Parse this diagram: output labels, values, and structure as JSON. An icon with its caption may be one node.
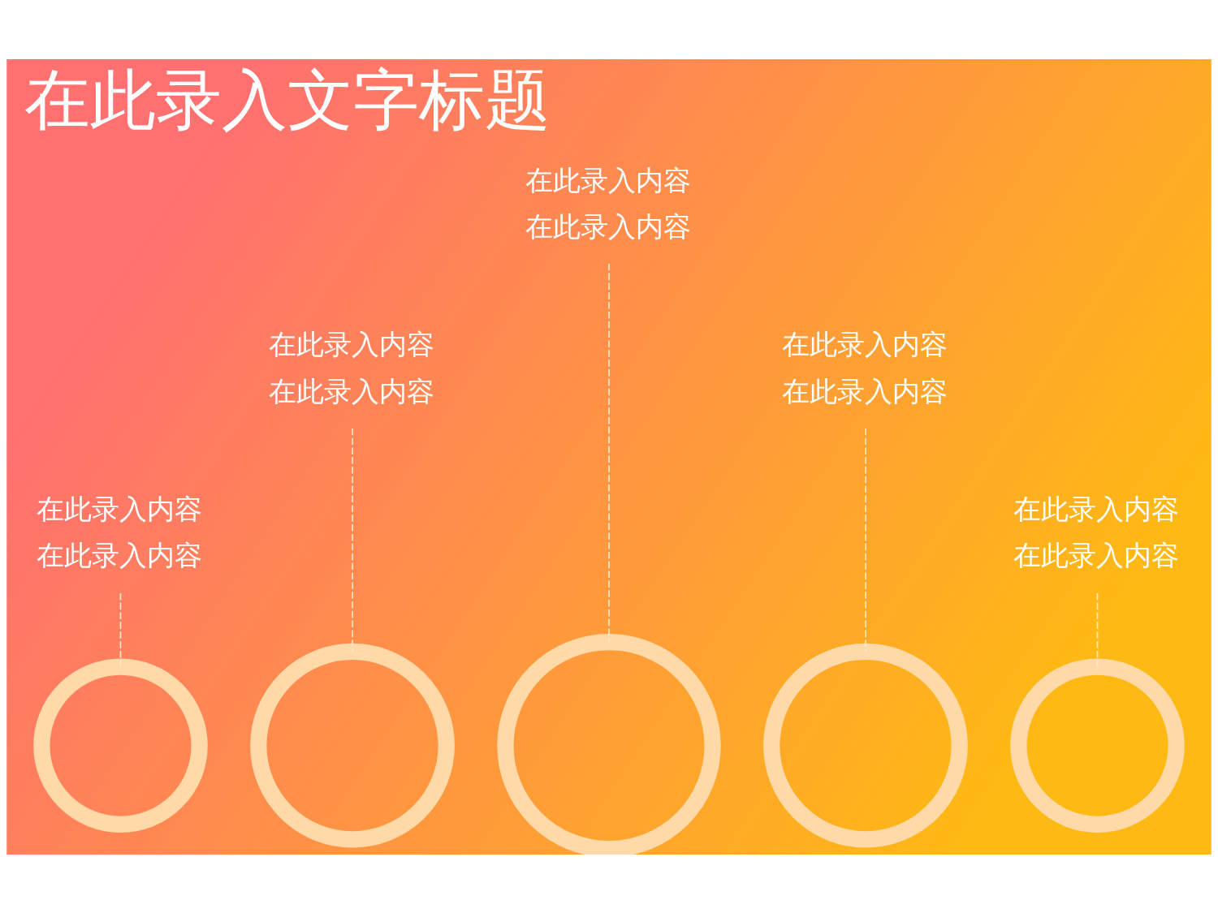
{
  "diagram": {
    "title": "在此录入文字标题",
    "nodes": [
      {
        "text": [
          "在此录入内容",
          "在此录入内容"
        ]
      },
      {
        "text": [
          "在此录入内容",
          "在此录入内容"
        ]
      },
      {
        "text": [
          "在此录入内容",
          "在此录入内容"
        ]
      },
      {
        "text": [
          "在此录入内容",
          "在此录入内容"
        ]
      },
      {
        "text": [
          "在此录入内容",
          "在此录入内容"
        ]
      },
      {
        "text": [],
        "shape": "circle"
      },
      {
        "text": [],
        "shape": "circle"
      },
      {
        "text": [],
        "shape": "circle"
      },
      {
        "text": [],
        "shape": "circle"
      },
      {
        "text": [],
        "shape": "circle"
      }
    ],
    "edges": [
      {
        "from": 0,
        "to": 5,
        "arrow": "none",
        "style": "dashed"
      },
      {
        "from": 1,
        "to": 6,
        "arrow": "none",
        "style": "dashed"
      },
      {
        "from": 2,
        "to": 7,
        "arrow": "none",
        "style": "dashed"
      },
      {
        "from": 3,
        "to": 8,
        "arrow": "none",
        "style": "dashed"
      },
      {
        "from": 4,
        "to": 9,
        "arrow": "none",
        "style": "dashed"
      }
    ]
  }
}
